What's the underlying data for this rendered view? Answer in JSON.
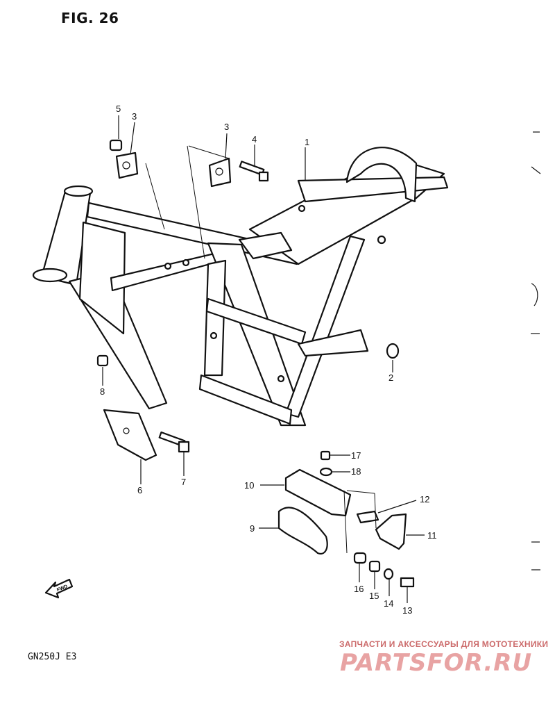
{
  "figure": {
    "title": "FIG. 26",
    "model": "GN250J  E3"
  },
  "watermark": {
    "tagline": "ЗАПЧАСТИ И АКСЕССУАРЫ ДЛЯ МОТОТЕХНИКИ",
    "brand": "PARTSFOR.RU",
    "color": "#e8a3a3"
  },
  "direction_marker": "FWD",
  "callouts": [
    "1",
    "2",
    "3",
    "3",
    "4",
    "5",
    "6",
    "7",
    "8",
    "9",
    "10",
    "11",
    "12",
    "13",
    "14",
    "15",
    "16",
    "17",
    "18"
  ]
}
